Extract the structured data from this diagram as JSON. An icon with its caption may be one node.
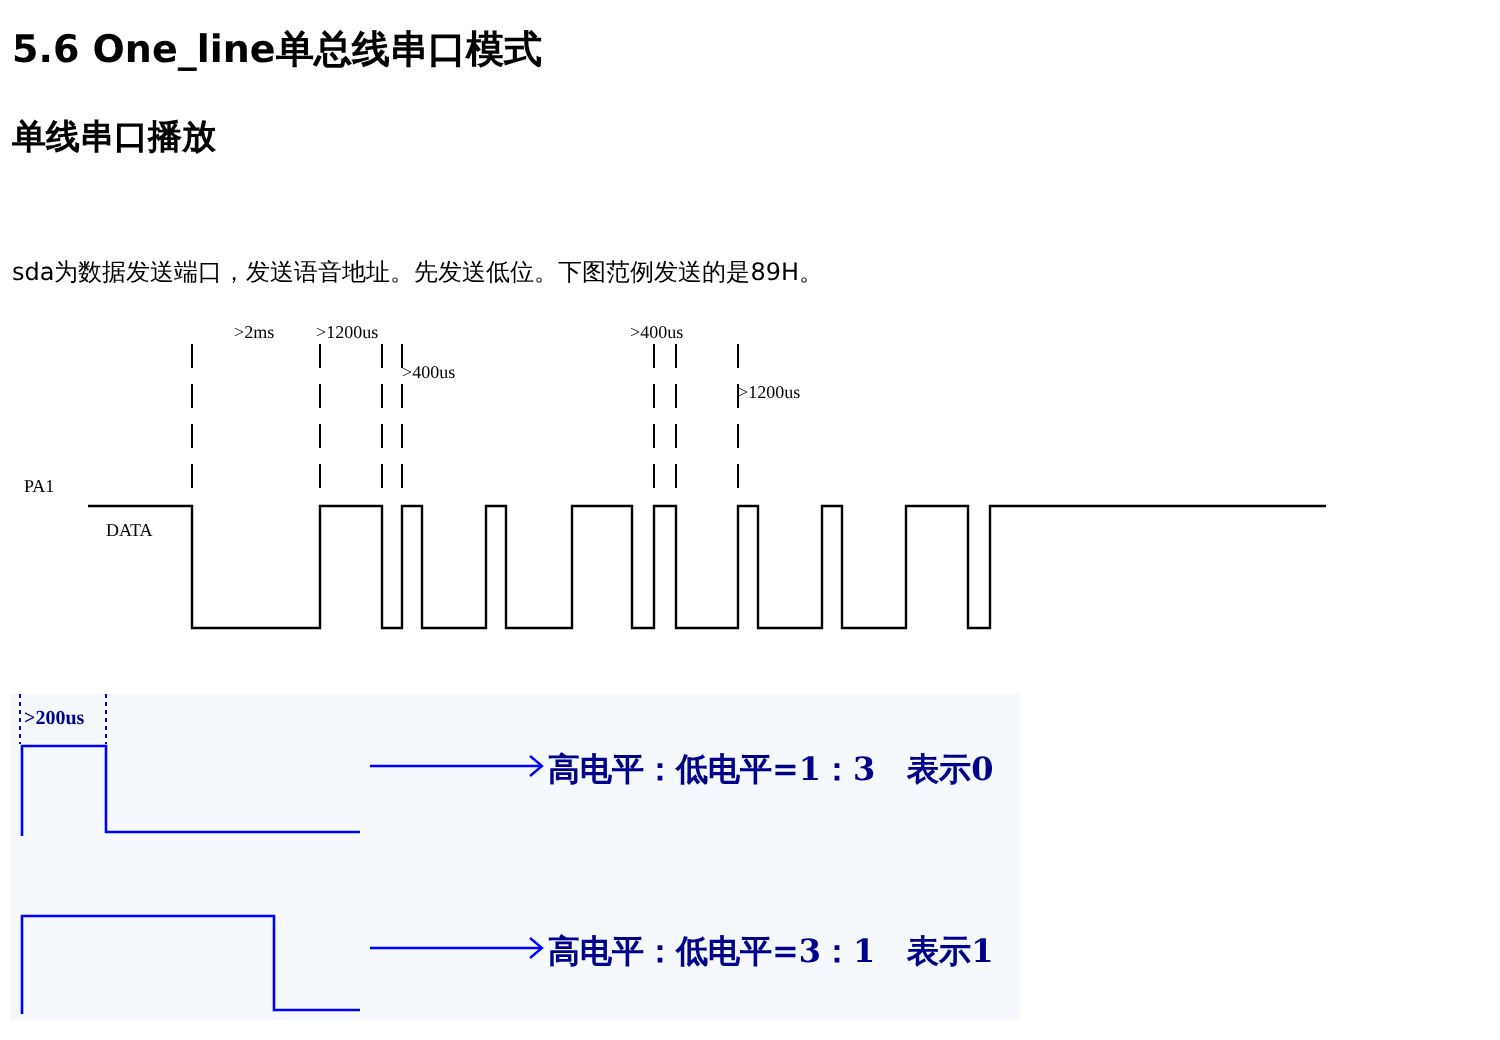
{
  "diagram": {
    "title": "5.6 One_line单总线串口模式",
    "nodes": [
      {
        "text": [],
        "shape": "waveform"
      },
      {
        "text": [
          "高电平：低电平=1：3　表示0"
        ]
      },
      {
        "text": [],
        "shape": "waveform"
      },
      {
        "text": [
          "高电平：低电平=3：1　表示1"
        ]
      }
    ],
    "edges": [
      {
        "from": 0,
        "to": 1,
        "arrow": "to"
      },
      {
        "from": 2,
        "to": 3,
        "arrow": "to"
      }
    ],
    "labels": [
      "单线串口播放",
      "sda为数据发送端口，发送语音地址。先发送低位。下图范例发送的是89H。",
      ">2ms",
      ">1200us",
      ">400us",
      ">400us",
      ">1200us",
      "PA1",
      "DATA",
      ">200us"
    ]
  }
}
